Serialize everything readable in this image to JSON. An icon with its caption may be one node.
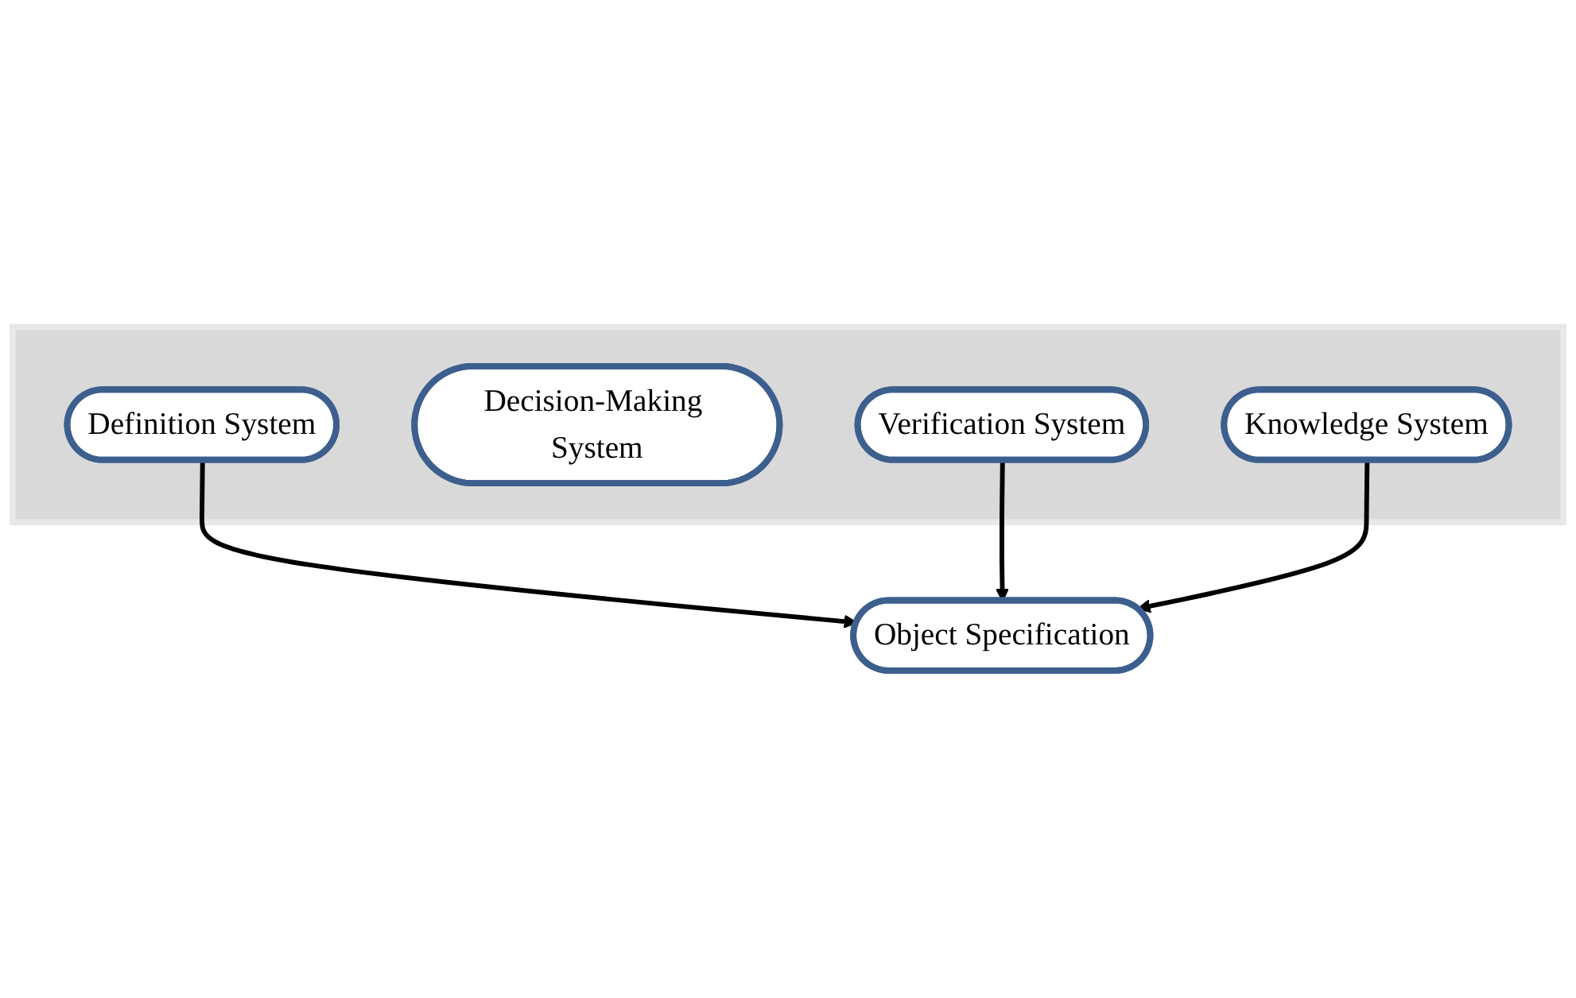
{
  "diagram": {
    "nodes": [
      {
        "text": [],
        "shape": "box"
      },
      {
        "text": [
          "Definition System"
        ],
        "in": 0
      },
      {
        "text": [
          "Decision-Making System"
        ],
        "in": 0
      },
      {
        "text": [
          "Knowledge System"
        ],
        "in": 0
      },
      {
        "text": [
          "Verification System"
        ],
        "in": 0
      },
      {
        "text": [
          "Object Specification"
        ]
      }
    ],
    "edges": [
      {
        "from": 1,
        "to": 5,
        "arrow": "to"
      },
      {
        "from": 4,
        "to": 5,
        "arrow": "to"
      },
      {
        "from": 3,
        "to": 5,
        "arrow": "to"
      }
    ]
  }
}
